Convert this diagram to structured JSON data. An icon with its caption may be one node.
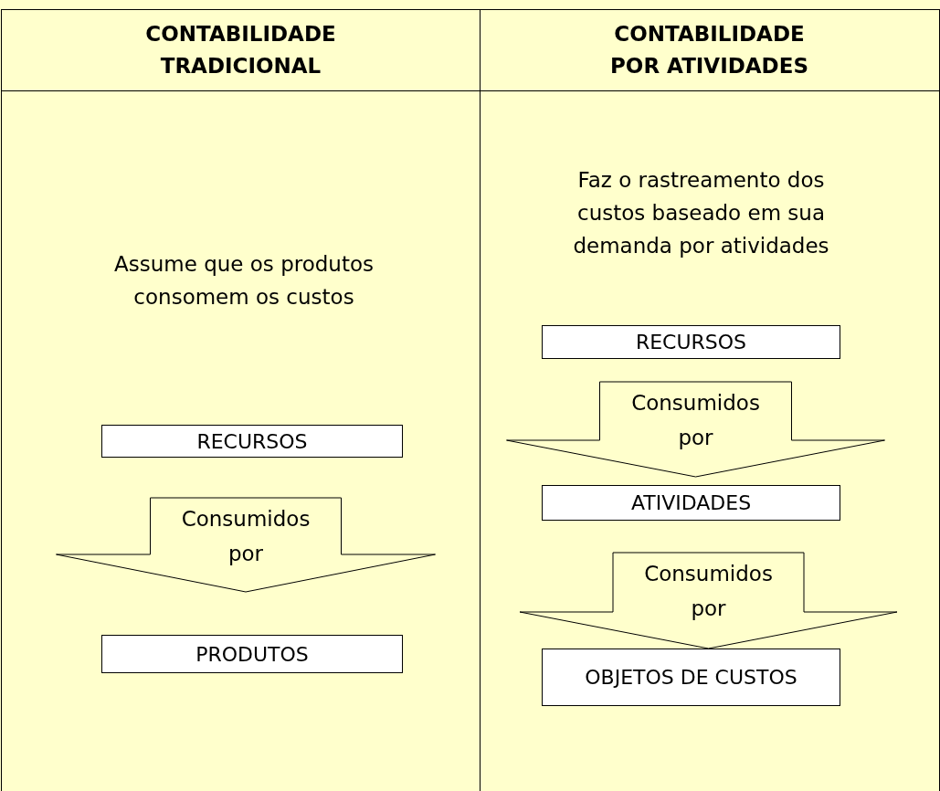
{
  "diagram": {
    "nodes": [
      {
        "text": [
          "CONTABILIDADE TRADICIONAL",
          "Assume que os produtos consomem os custos"
        ]
      },
      {
        "text": [
          "RECURSOS"
        ],
        "in": 0
      },
      {
        "text": [
          "PRODUTOS"
        ],
        "in": 0
      },
      {
        "text": [
          "CONTABILIDADE POR ATIVIDADES",
          "Faz o rastreamento dos custos baseado em sua demanda por atividades"
        ]
      },
      {
        "text": [
          "RECURSOS"
        ],
        "in": 3
      },
      {
        "text": [
          "ATIVIDADES"
        ],
        "in": 3
      },
      {
        "text": [
          "OBJETOS DE CUSTOS"
        ],
        "in": 3
      }
    ],
    "edges": [
      {
        "from": 1,
        "to": 2,
        "arrow": "to",
        "label": "Consumidos por"
      },
      {
        "from": 4,
        "to": 5,
        "arrow": "to",
        "label": "Consumidos por"
      },
      {
        "from": 5,
        "to": 6,
        "arrow": "to",
        "label": "Consumidos por"
      }
    ]
  }
}
